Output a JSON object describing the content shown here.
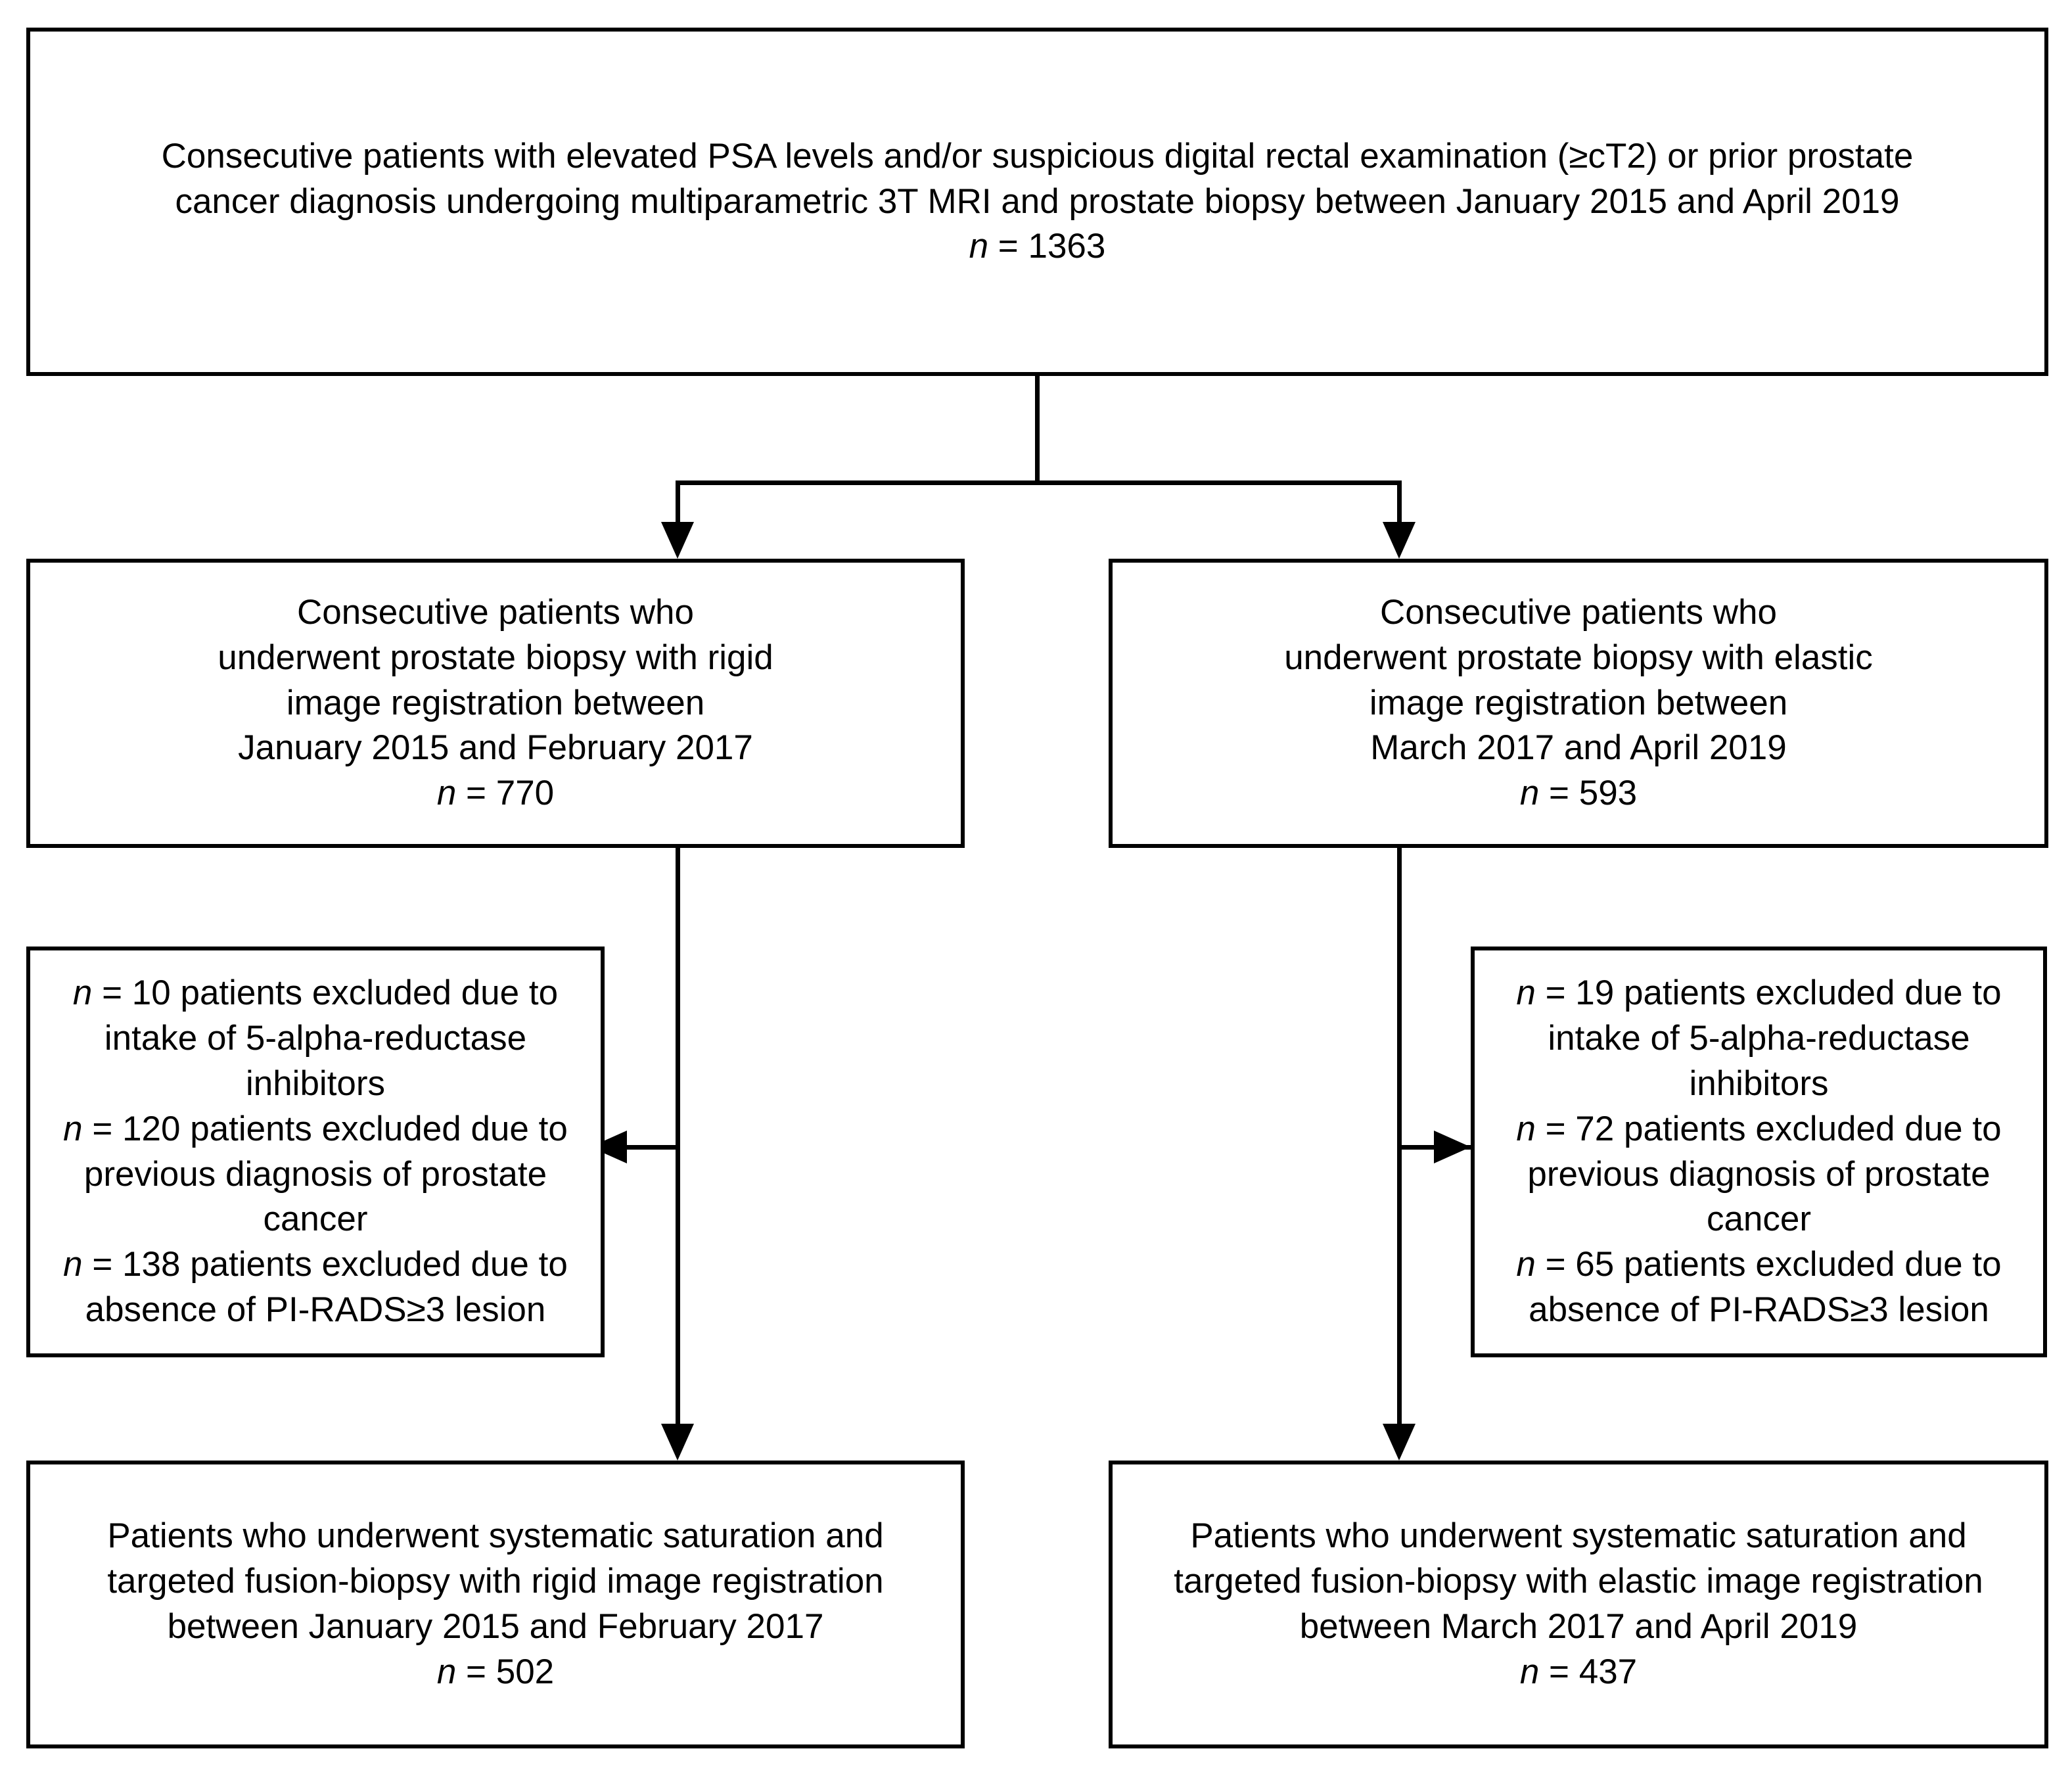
{
  "diagram": {
    "type": "patient-flow-chart",
    "accent_color": "#000000",
    "background_color": "#ffffff"
  },
  "boxes": {
    "cohort_top": {
      "lines": [
        "Consecutive patients with elevated PSA levels and/or suspicious digital rectal examination (≥cT2) or prior prostate",
        "cancer diagnosis undergoing multiparametric 3T MRI and prostate biopsy between January 2015 and April 2019"
      ],
      "n_symbol": "n",
      "n_equals": " = ",
      "n_value": "1363"
    },
    "mid_left": {
      "lines": [
        "Consecutive patients who",
        "underwent prostate biopsy with rigid",
        "image registration between",
        "January 2015 and February 2017"
      ],
      "n_symbol": "n",
      "n_equals": " = ",
      "n_value": "770"
    },
    "mid_right": {
      "lines": [
        "Consecutive patients who",
        "underwent prostate biopsy with elastic",
        "image registration between",
        "March 2017 and April 2019"
      ],
      "n_symbol": "n",
      "n_equals": " = ",
      "n_value": "593"
    },
    "exclusions_left": {
      "items": [
        {
          "n_symbol": "n",
          "n_equals": " = ",
          "n_value": "10",
          "text_head": " patients excluded due to",
          "text_rest": [
            "intake of 5-alpha-reductase",
            "inhibitors"
          ]
        },
        {
          "n_symbol": "n",
          "n_equals": " = ",
          "n_value": "120",
          "text_head": " patients excluded due to",
          "text_rest": [
            "previous diagnosis of prostate",
            "cancer"
          ]
        },
        {
          "n_symbol": "n",
          "n_equals": " = ",
          "n_value": "138",
          "text_head": " patients excluded due to",
          "text_rest": [
            "absence of PI-RADS≥3 lesion"
          ]
        }
      ]
    },
    "exclusions_right": {
      "items": [
        {
          "n_symbol": "n",
          "n_equals": " = ",
          "n_value": "19",
          "text_head": " patients excluded due to",
          "text_rest": [
            "intake of 5-alpha-reductase",
            "inhibitors"
          ]
        },
        {
          "n_symbol": "n",
          "n_equals": " = ",
          "n_value": "72",
          "text_head": " patients excluded due to",
          "text_rest": [
            "previous diagnosis of prostate",
            "cancer"
          ]
        },
        {
          "n_symbol": "n",
          "n_equals": " = ",
          "n_value": "65",
          "text_head": " patients excluded due to",
          "text_rest": [
            "absence of PI-RADS≥3 lesion"
          ]
        }
      ]
    },
    "bottom_left": {
      "lines": [
        "Patients who underwent systematic saturation and",
        "targeted fusion-biopsy with rigid image registration",
        "between January 2015 and February 2017"
      ],
      "n_symbol": "n",
      "n_equals": " = ",
      "n_value": "502"
    },
    "bottom_right": {
      "lines": [
        "Patients who underwent systematic saturation and",
        "targeted fusion-biopsy with elastic image registration",
        "between March 2017 and April 2019"
      ],
      "n_symbol": "n",
      "n_equals": " = ",
      "n_value": "437"
    }
  }
}
